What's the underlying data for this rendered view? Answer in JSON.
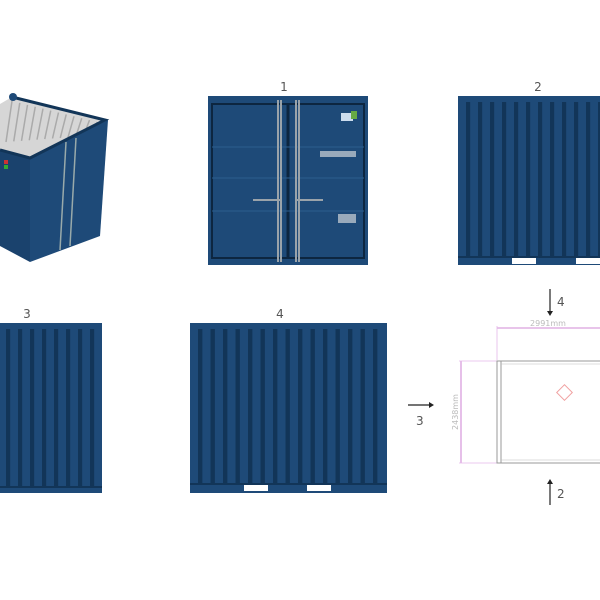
{
  "views": {
    "front_label": "1",
    "side_right_label": "2",
    "back_label": "3",
    "side_left_label": "4"
  },
  "plan": {
    "length_dim": "2991mm",
    "width_dim": "2438mm",
    "arrow_top_label": "4",
    "arrow_left_label": "3",
    "arrow_bottom_label": "2"
  },
  "colors": {
    "container_blue": "#1e4a78",
    "container_dark": "#123558",
    "interior": "#d9d9d9",
    "dimension": "#c060c8"
  }
}
